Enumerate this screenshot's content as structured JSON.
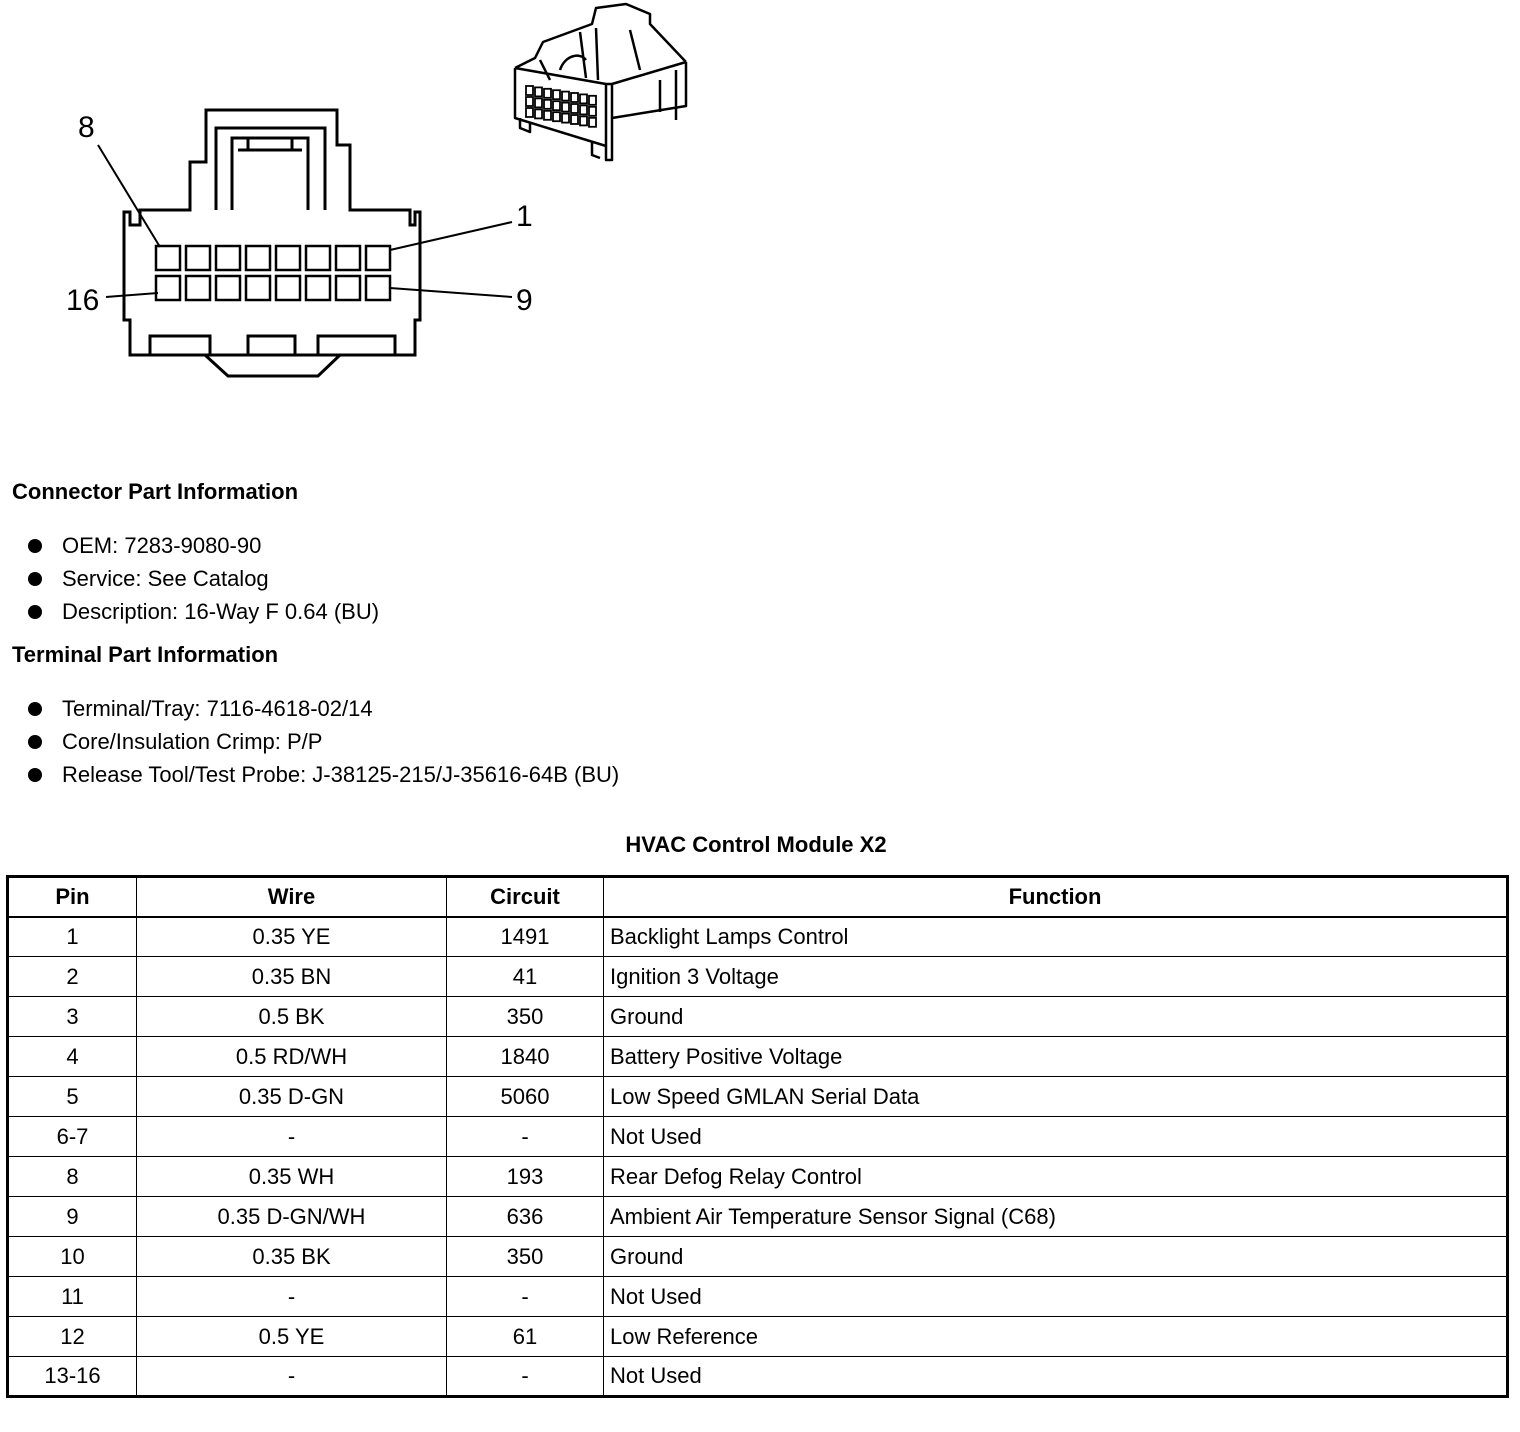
{
  "diagram": {
    "pin_labels": {
      "top_left": "8",
      "top_right": "1",
      "bottom_left": "16",
      "bottom_right": "9"
    }
  },
  "connector_info": {
    "heading": "Connector Part Information",
    "items": [
      "OEM: 7283-9080-90",
      "Service: See Catalog",
      "Description: 16-Way F 0.64 (BU)"
    ]
  },
  "terminal_info": {
    "heading": "Terminal Part Information",
    "items": [
      "Terminal/Tray: 7116-4618-02/14",
      "Core/Insulation Crimp: P/P",
      "Release Tool/Test Probe: J-38125-215/J-35616-64B (BU)"
    ]
  },
  "table": {
    "title": "HVAC Control Module X2",
    "headers": [
      "Pin",
      "Wire",
      "Circuit",
      "Function"
    ],
    "rows": [
      [
        "1",
        "0.35 YE",
        "1491",
        "Backlight Lamps Control"
      ],
      [
        "2",
        "0.35 BN",
        "41",
        "Ignition 3 Voltage"
      ],
      [
        "3",
        "0.5 BK",
        "350",
        "Ground"
      ],
      [
        "4",
        "0.5 RD/WH",
        "1840",
        "Battery Positive Voltage"
      ],
      [
        "5",
        "0.35 D-GN",
        "5060",
        "Low Speed GMLAN Serial Data"
      ],
      [
        "6-7",
        "-",
        "-",
        "Not Used"
      ],
      [
        "8",
        "0.35 WH",
        "193",
        "Rear Defog Relay Control"
      ],
      [
        "9",
        "0.35 D-GN/WH",
        "636",
        "Ambient Air Temperature Sensor Signal (C68)"
      ],
      [
        "10",
        "0.35 BK",
        "350",
        "Ground"
      ],
      [
        "11",
        "-",
        "-",
        "Not Used"
      ],
      [
        "12",
        "0.5 YE",
        "61",
        "Low Reference"
      ],
      [
        "13-16",
        "-",
        "-",
        "Not Used"
      ]
    ]
  }
}
